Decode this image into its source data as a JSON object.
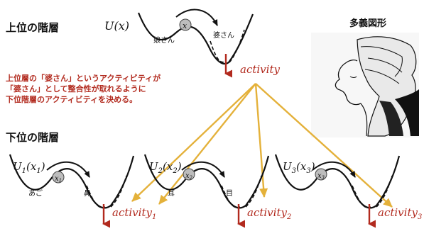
{
  "upper": {
    "heading": "上位の階層",
    "func": "U(x)",
    "ball": "x",
    "left_label": "娘さん",
    "right_label": "婆さん",
    "activity": "activity"
  },
  "note_lines": [
    "上位層の「婆さん」というアクティビティが",
    "「婆さん」として整合性が取れるように",
    "下位階層のアクティビティを決める。"
  ],
  "side_title": "多義図形",
  "lower": {
    "heading": "下位の階層",
    "wells": [
      {
        "func": "U1(x1)",
        "ball": "x1",
        "left_label": "あご",
        "right_label": "鼻",
        "activity": "activity1"
      },
      {
        "func": "U2(x2)",
        "ball": "x2",
        "left_label": "耳",
        "right_label": "目",
        "activity": "activity2"
      },
      {
        "func": "U3(x3)",
        "ball": "x3",
        "left_label": "",
        "right_label": "",
        "activity": "activity3"
      }
    ]
  },
  "colors": {
    "red": "#b22a1e",
    "arrow_gold": "#e4b13a",
    "ball": "#bdbdbd"
  }
}
